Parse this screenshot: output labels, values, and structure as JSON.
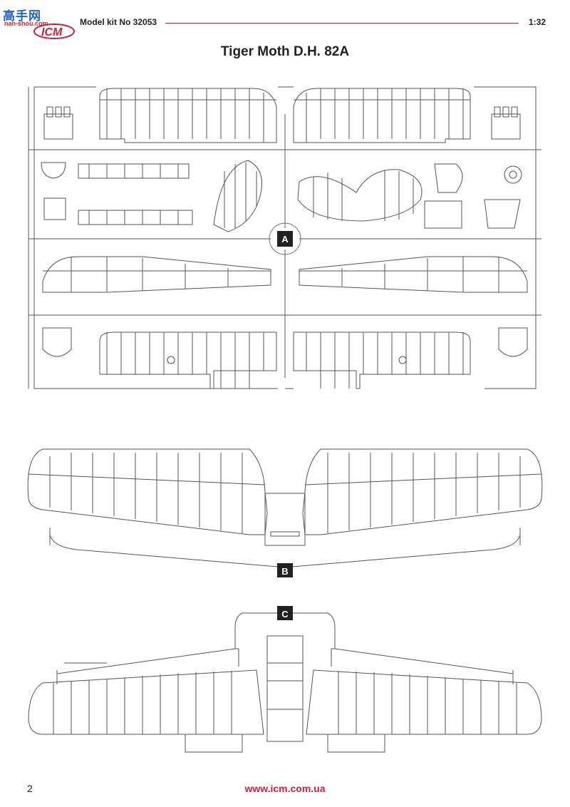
{
  "header": {
    "watermark": "高手网",
    "watermark_url": "nan-shou.com",
    "logo_text": "ICM",
    "kit_number": "Model kit No 32053",
    "scale": "1:32"
  },
  "title": "Tiger Moth D.H. 82A",
  "sprues": [
    {
      "label": "A"
    },
    {
      "label": "B"
    },
    {
      "label": "C"
    }
  ],
  "footer": {
    "page_number": "2",
    "website": "www.icm.com.ua"
  },
  "colors": {
    "accent": "#d0203c",
    "line": "#555555"
  }
}
